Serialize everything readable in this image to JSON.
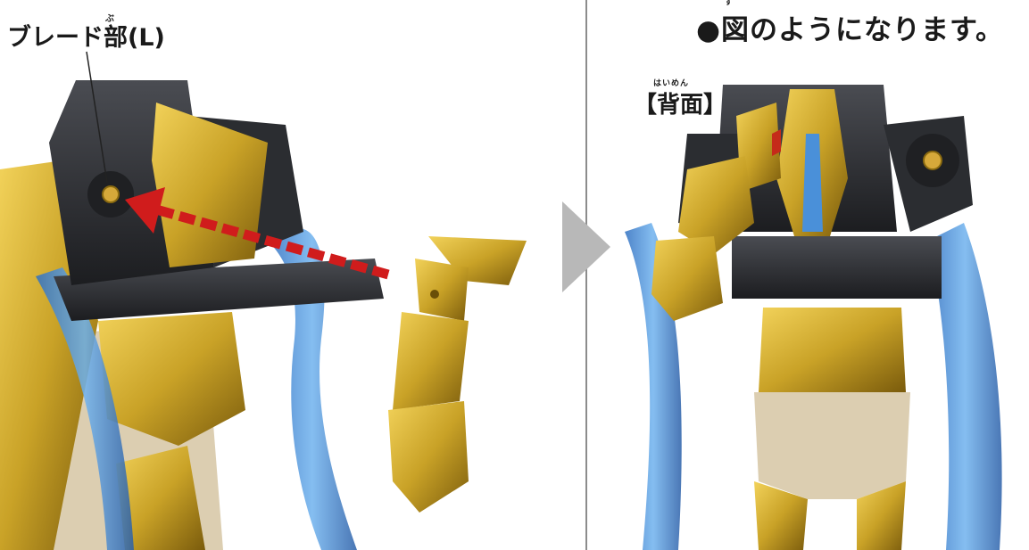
{
  "labels": {
    "blade_part": "ブレード部(L)",
    "blade_part_ruby": "ぶ",
    "result_text": "●図のようになります。",
    "result_ruby": "ず",
    "back_view": "【背面】",
    "back_view_ruby": "はいめん"
  },
  "colors": {
    "gold": "#c9a227",
    "gold_dark": "#8a6a10",
    "black_plastic": "#2b2d31",
    "clear_blue": "#4a90d9",
    "clear_body": "#d8c9a8",
    "arrow_red": "#d01c1c",
    "divider": "#8c8c8c",
    "chevron": "#b8b8b8"
  },
  "icons": {
    "direction_arrow": "dashed-arrow-icon",
    "step_chevron": "chevron-right-icon"
  }
}
